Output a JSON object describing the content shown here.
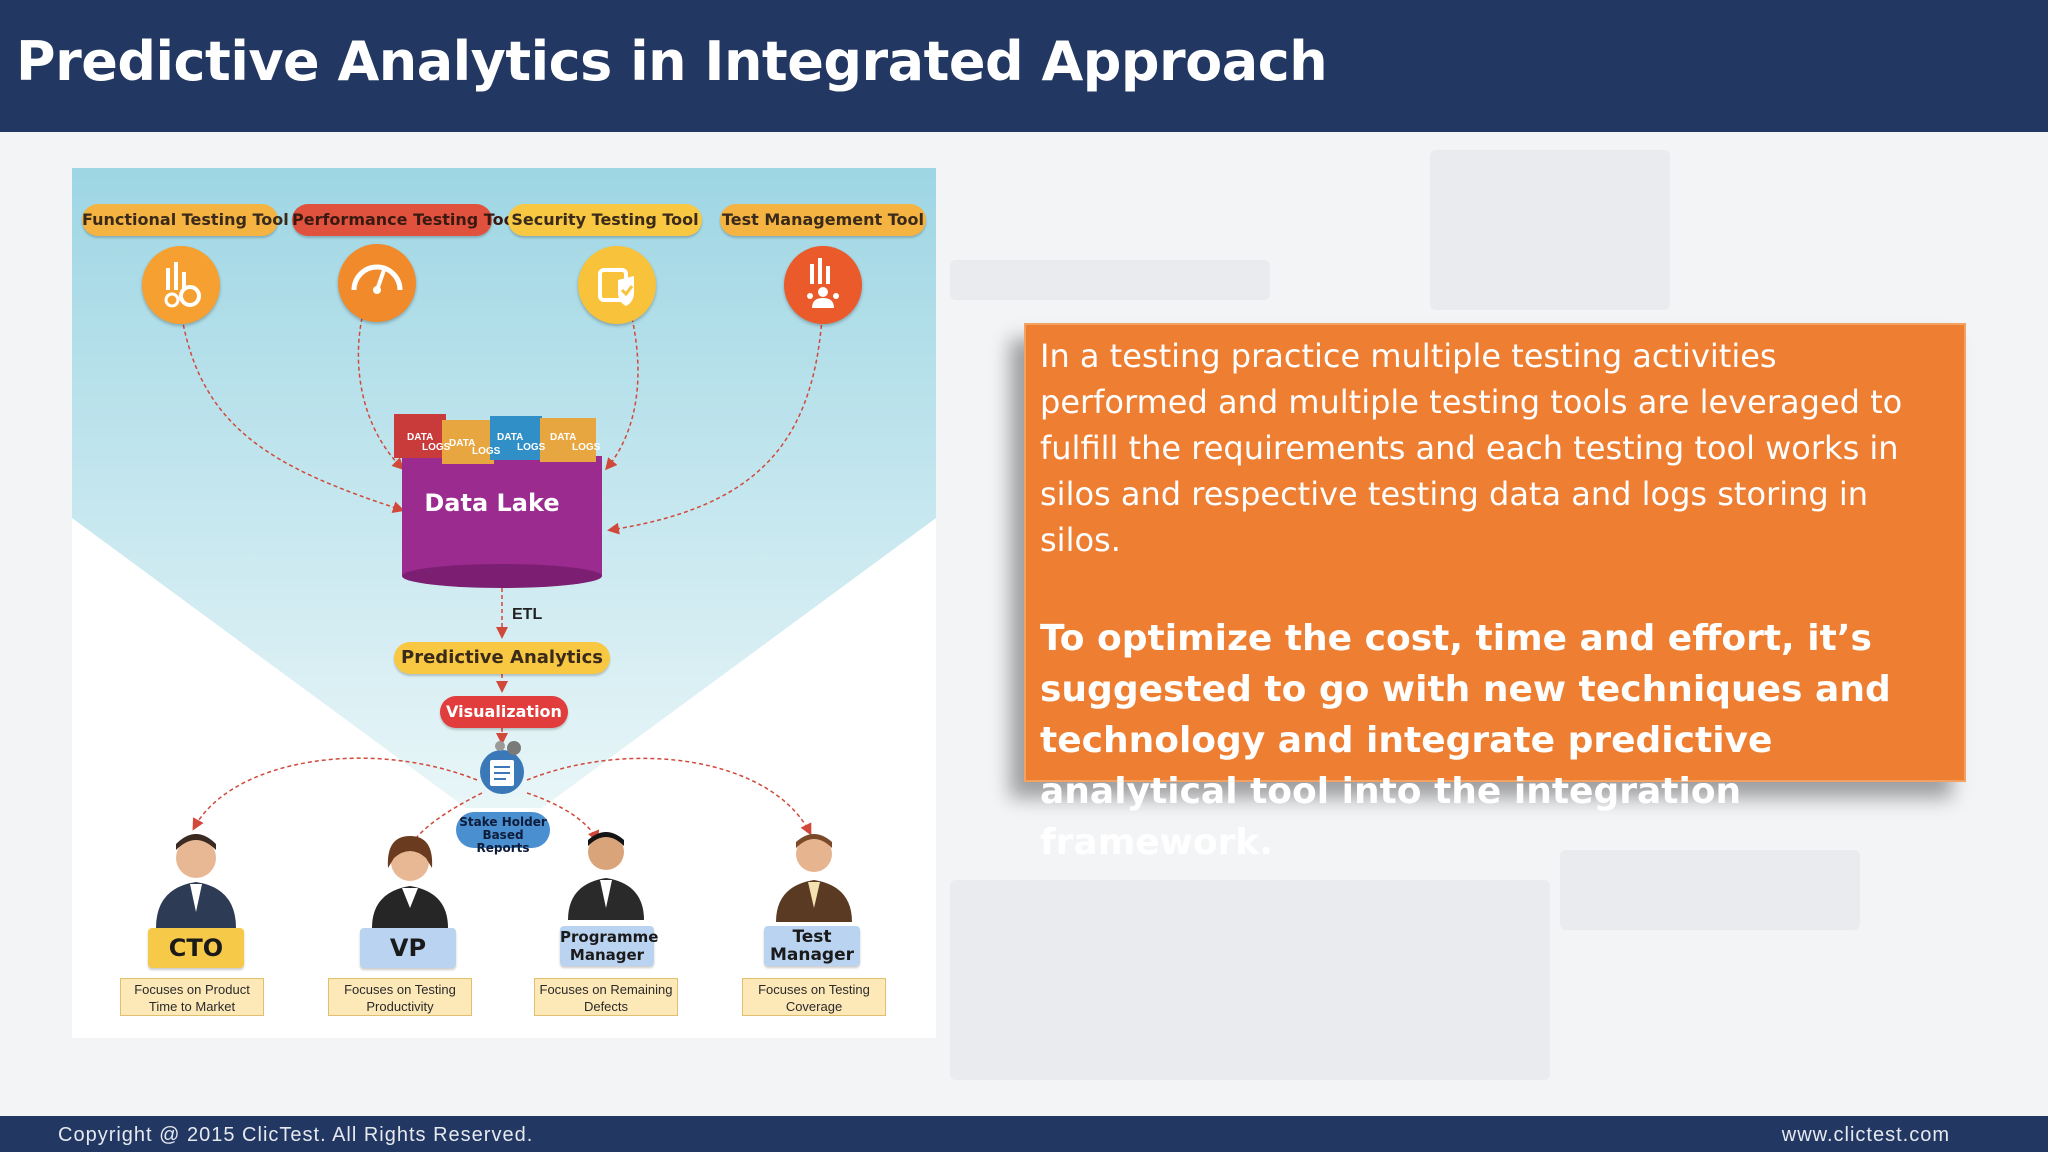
{
  "header": {
    "title": "Predictive Analytics in Integrated Approach"
  },
  "diagram": {
    "tools": [
      {
        "label": "Functional  Testing Tool",
        "color": "#f5b342"
      },
      {
        "label": "Performance Testing Tool",
        "color": "#e0513e"
      },
      {
        "label": "Security Testing Tool",
        "color": "#f8c843"
      },
      {
        "label": "Test Management Tool",
        "color": "#f5b342"
      }
    ],
    "cube_labels": [
      "DATA",
      "LOGS",
      "DATA",
      "LOGS",
      "DATA",
      "LOGS",
      "DATA",
      "LOGS"
    ],
    "data_lake": "Data Lake",
    "etl": "ETL",
    "predictive_analytics": "Predictive Analytics",
    "visualization": "Visualization",
    "stakeholder_reports": "Stake Holder Based Reports",
    "roles": [
      {
        "title": "CTO",
        "focus": "Focuses on Product Time to Market"
      },
      {
        "title": "VP",
        "focus": "Focuses on Testing Productivity"
      },
      {
        "title": "Programme Manager",
        "focus": "Focuses on Remaining Defects"
      },
      {
        "title": "Test Manager",
        "focus": "Focuses on Testing Coverage"
      }
    ]
  },
  "textbox": {
    "paragraph1": "In a testing practice multiple testing activities performed and multiple testing tools are leveraged to fulfill the requirements and each testing tool works in silos and respective testing data and logs storing in silos.",
    "paragraph2": "To optimize the cost, time and effort, it’s suggested to go with new techniques and technology and integrate predictive analytical tool into the integration framework."
  },
  "footer": {
    "copyright": "Copyright @ 2015 ClicTest. All Rights Reserved.",
    "website": "www.clictest.com"
  }
}
